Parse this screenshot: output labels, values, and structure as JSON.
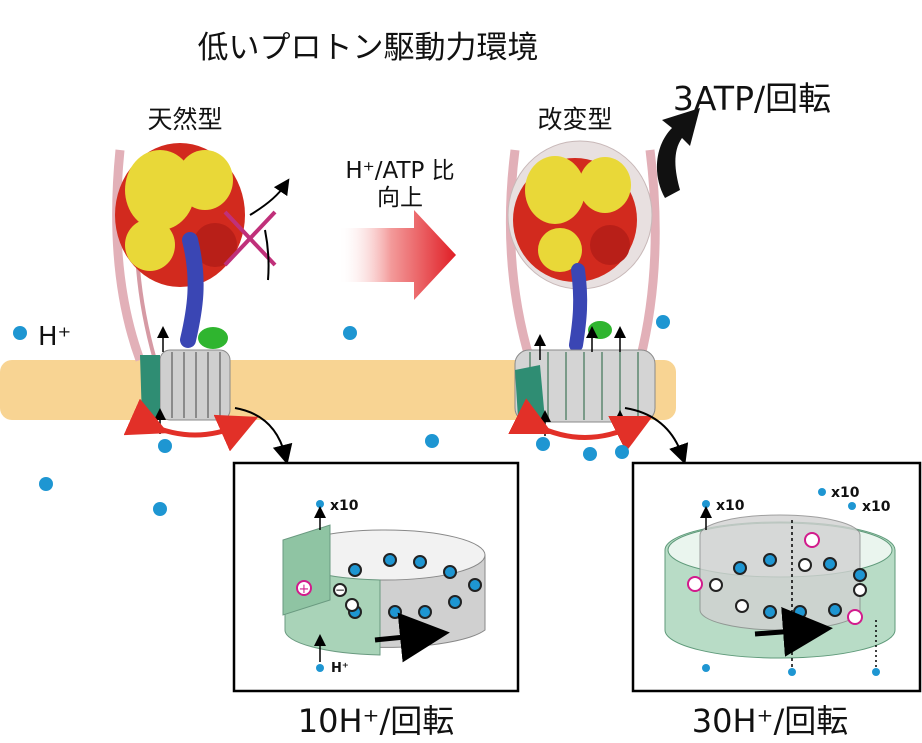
{
  "title": "低いプロトン駆動力環境",
  "wild_type": {
    "label": "天然型",
    "inset_caption": "10H⁺/回転",
    "inset_count": "x10",
    "inset_ion": "H⁺"
  },
  "modified": {
    "label": "改変型",
    "inset_caption": "30H⁺/回転",
    "inset_counts": [
      "x10",
      "x10",
      "x10"
    ],
    "atp_output": "3ATP/回転"
  },
  "transition": {
    "line1": "H⁺/ATP 比",
    "line2": "向上"
  },
  "legend_ion": "H⁺",
  "symbols": {
    "plus": "+",
    "minus": "−"
  },
  "colors": {
    "membrane": "#f8d493",
    "proton": "#1e96d2",
    "arrow_red": "#e23028",
    "rotor_green": "#6db08f",
    "rotor_gray": "#c8c8c8",
    "cross": "#c0307a",
    "alpha_subunit": "#d22a1e",
    "beta_subunit": "#e9d838",
    "gamma_stalk": "#3a46b4",
    "stator": "#e2b0b8"
  },
  "icons": [
    "proton-dot",
    "cross-mark",
    "rotation-arrow",
    "output-arrow",
    "gradient-arrow"
  ]
}
